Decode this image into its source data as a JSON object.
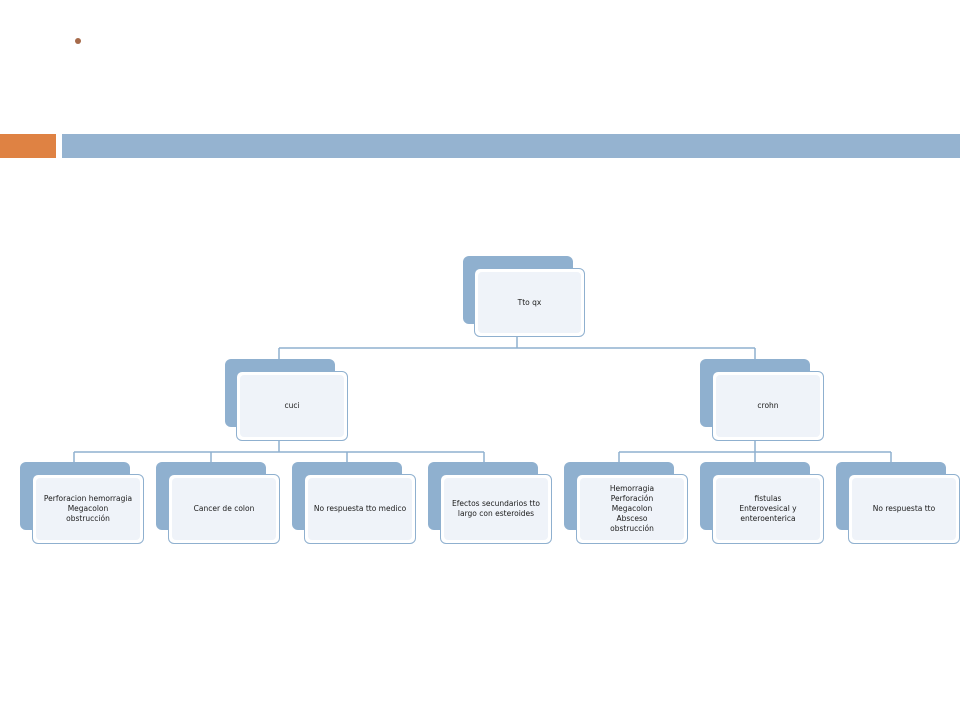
{
  "header": {
    "bullet_icon": "bullet-dot-icon",
    "accent_color": "#df8243",
    "bar_color": "#95b3d0"
  },
  "diagram": {
    "root": {
      "label": "Tto qx"
    },
    "branches": [
      {
        "label": "cuci",
        "children": [
          "Perforacion hemorragia\nMegacolon\nobstrucción",
          "Cancer de colon",
          "No respuesta tto medico",
          "Efectos secundarios tto\nlargo con esteroides"
        ]
      },
      {
        "label": "crohn",
        "children": [
          "Hemorragia\nPerforación\nMegacolon\nAbsceso\nobstrucción",
          "fistulas\nEnterovesical y\nenteroenterica",
          "No respuesta tto"
        ]
      }
    ],
    "colors": {
      "node_fill": "#8fb0cf",
      "connector": "#8fb0cf"
    }
  }
}
